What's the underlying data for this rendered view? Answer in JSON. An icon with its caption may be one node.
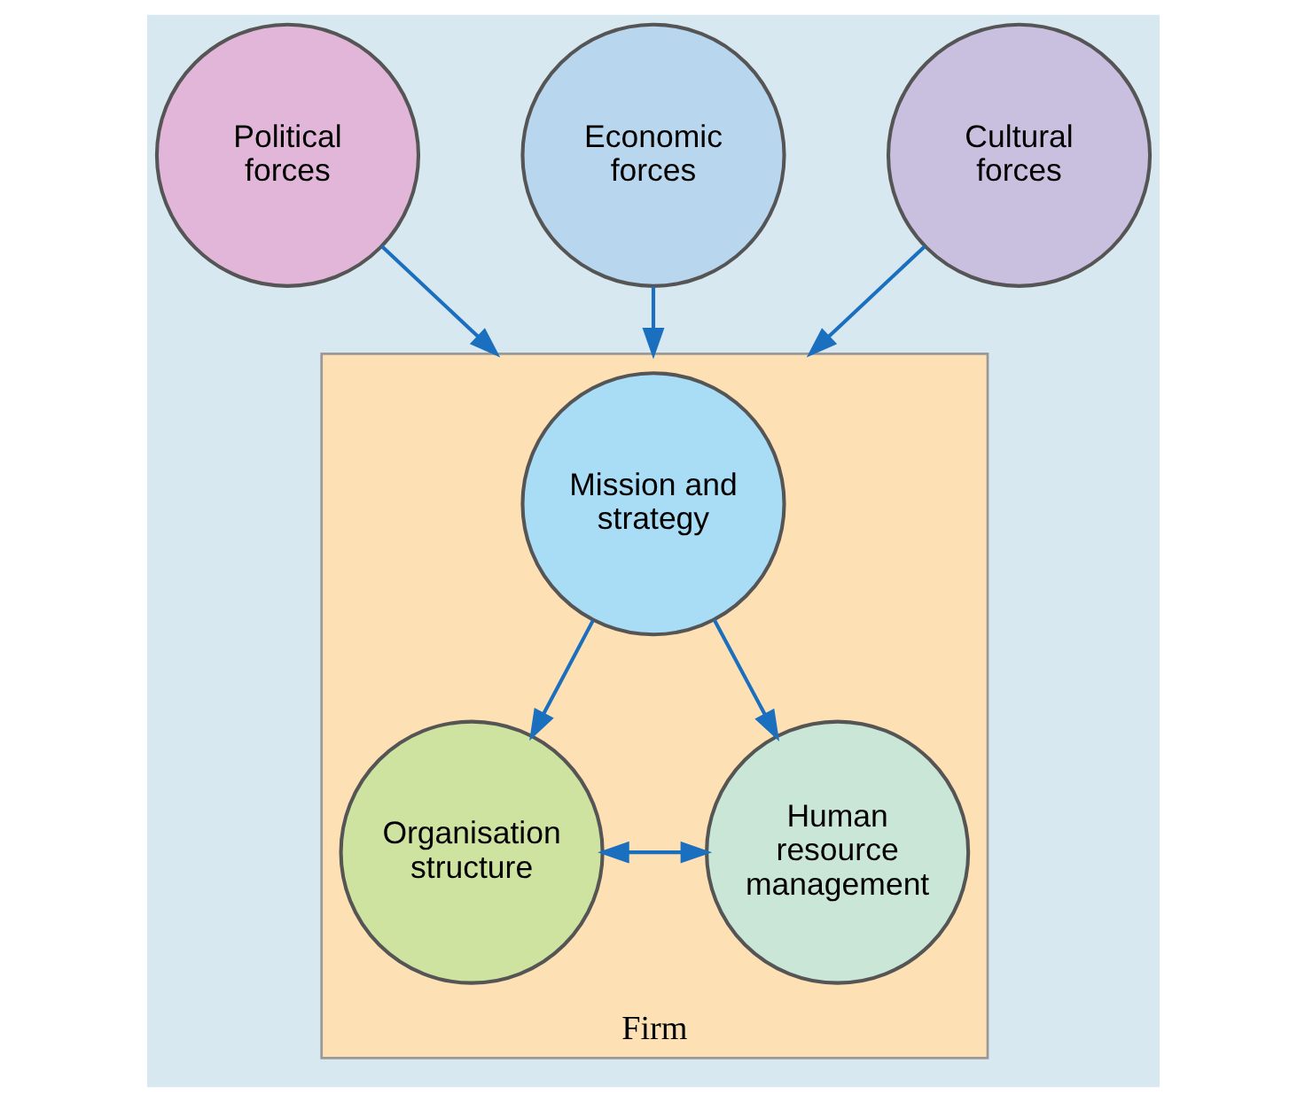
{
  "diagram": {
    "nodes": [
      {
        "text": [
          "Political forces"
        ]
      },
      {
        "text": [
          "Economic forces"
        ]
      },
      {
        "text": [
          "Cultural forces"
        ]
      },
      {
        "text": [
          "Firm"
        ]
      },
      {
        "text": [
          "Mission and strategy"
        ],
        "in": 3
      },
      {
        "text": [
          "Organisation structure"
        ],
        "in": 3
      },
      {
        "text": [
          "Human resource management"
        ],
        "in": 3
      }
    ],
    "edges": [
      {
        "from": 0,
        "to": 3,
        "arrow": "to"
      },
      {
        "from": 1,
        "to": 3,
        "arrow": "to"
      },
      {
        "from": 2,
        "to": 3,
        "arrow": "to"
      },
      {
        "from": 4,
        "to": 5,
        "arrow": "to"
      },
      {
        "from": 4,
        "to": 6,
        "arrow": "to"
      },
      {
        "from": 5,
        "to": 6,
        "arrow": "both"
      }
    ]
  }
}
